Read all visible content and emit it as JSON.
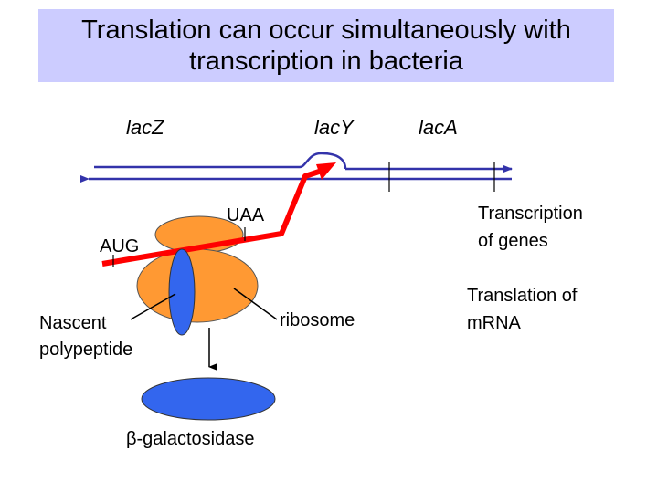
{
  "title": {
    "line1": "Translation can occur simultaneously with",
    "line2": "transcription in bacteria"
  },
  "genes": [
    "lacZ",
    "lacY",
    "lacA"
  ],
  "codons": {
    "start": "AUG",
    "stop": "UAA"
  },
  "labels": {
    "transcription_line1": "Transcription",
    "transcription_line2": "of genes",
    "translation_line1": "Translation of",
    "translation_line2": "mRNA",
    "ribosome": "ribosome",
    "nascent_line1": "Nascent",
    "nascent_line2": "polypeptide",
    "product_symbol": "β",
    "product_name": "-galactosidase"
  },
  "colors": {
    "title_background": "#ccccff",
    "dna": "#3333aa",
    "mrna": "#ff0000",
    "ribosome": "#ff9933",
    "polypeptide": "#3366ee",
    "protein": "#3366ee"
  }
}
